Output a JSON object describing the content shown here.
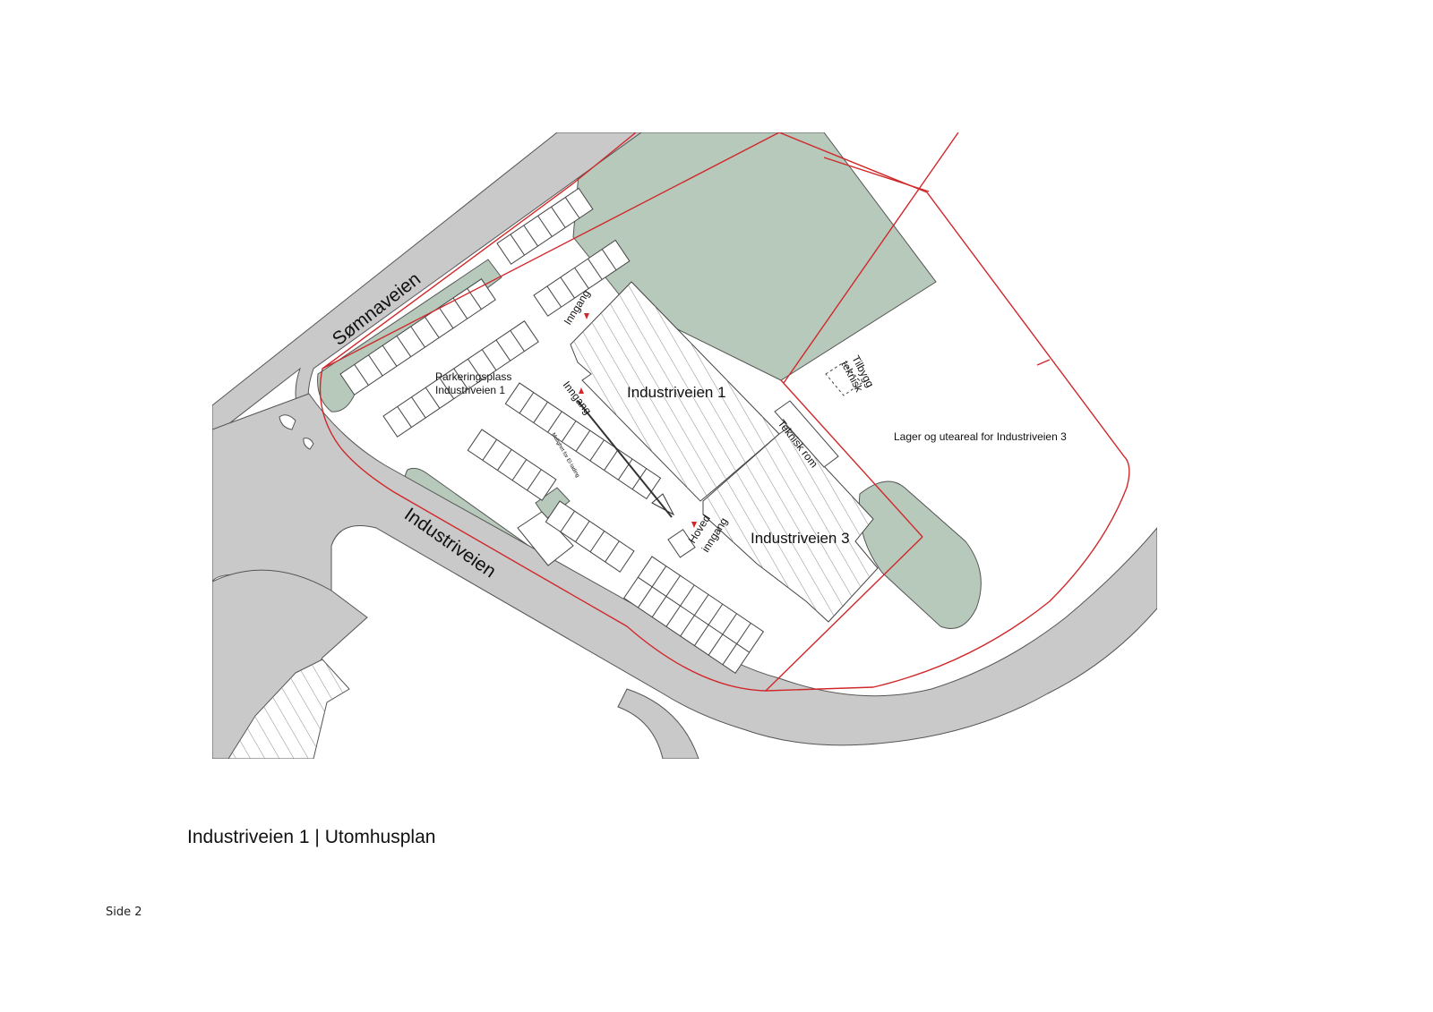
{
  "roads": {
    "somnaveien": "Sømnaveien",
    "industriveien": "Industriveien"
  },
  "buildings": {
    "industriveien1": "Industriveien 1",
    "industriveien3": "Industriveien 3",
    "teknisk_rom": "Teknisk rom",
    "tilbygg_line1": "Tilbygg",
    "tilbygg_line2": "teknisk"
  },
  "areas": {
    "parkering_line1": "Parkeringsplass",
    "parkering_line2": "Industriveien 1",
    "lager": "Lager og uteareal for Industriveien 3",
    "el_lading": "Mulighet for El-lading"
  },
  "entrances": {
    "inngang_top": "Inngang",
    "inngang_mid": "Inngang",
    "hoved_line1": "Hoved",
    "hoved_line2": "inngang"
  },
  "caption": "Industriveien 1 | Utomhusplan",
  "page": "Side 2",
  "colors": {
    "road": "#c9c9c9",
    "green": "#b7c9bb",
    "boundary": "#d0282a",
    "line": "#333333"
  }
}
